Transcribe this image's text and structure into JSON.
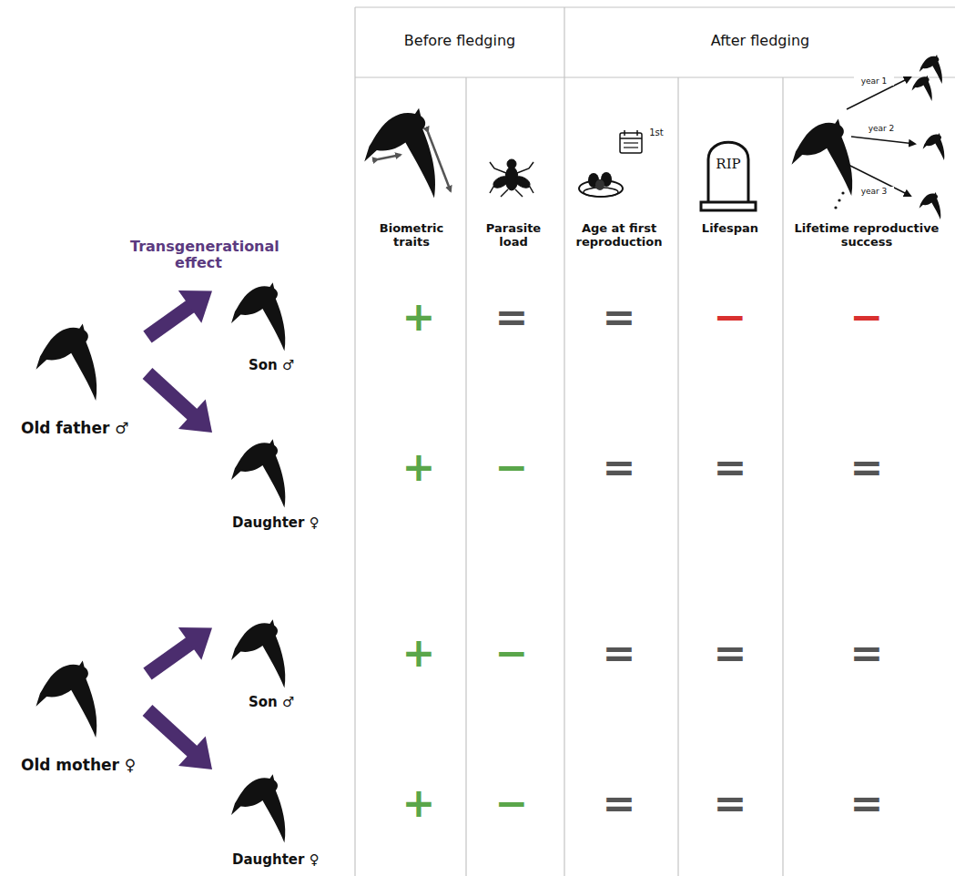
{
  "diagram": {
    "nodes": [
      {
        "text": [
          "Old father ♂"
        ]
      },
      {
        "text": [
          "Son ♂"
        ]
      },
      {
        "text": [
          "Daughter ♀"
        ]
      },
      {
        "text": [
          "Old mother ♀"
        ]
      },
      {
        "text": [
          "Son ♂"
        ]
      },
      {
        "text": [
          "Daughter ♀"
        ]
      }
    ],
    "edges": [
      {
        "from": 0,
        "to": 1,
        "arrow": "to"
      },
      {
        "from": 0,
        "to": 2,
        "arrow": "to"
      },
      {
        "from": 3,
        "to": 4,
        "arrow": "to"
      },
      {
        "from": 3,
        "to": 5,
        "arrow": "to"
      }
    ],
    "labels": [
      "Before fledging",
      "After fledging",
      "1st",
      "RIP",
      "year 1",
      "year 2",
      "year 3",
      "Biometric traits",
      "Parasite load",
      "Age at first reproduction",
      "Lifespan",
      "Lifetime reproductive success",
      "Transgenerational effect",
      "+",
      "=",
      "=",
      "−",
      "−",
      "+",
      "−",
      "=",
      "=",
      "=",
      "+",
      "−",
      "=",
      "=",
      "=",
      "+",
      "−",
      "=",
      "=",
      "="
    ]
  }
}
